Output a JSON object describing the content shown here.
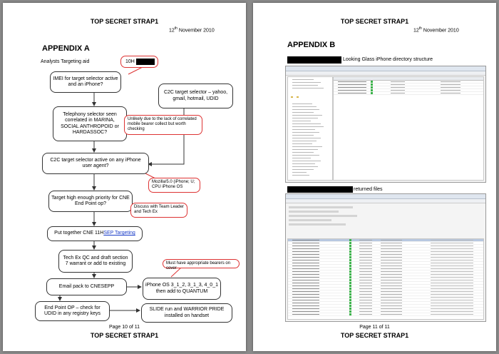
{
  "classification": "TOP SECRET STRAP1",
  "date": {
    "day": "12",
    "suffix": "th",
    "rest": " November 2010"
  },
  "left_page": {
    "appendix_title": "APPENDIX A",
    "intro_label": "Analysts Targeting aid",
    "selector_prefix": "10H",
    "boxes": {
      "imei": "IMEI for target selector active and an iPhone?",
      "c2c_selector": "C2C target selector – yahoo, gmail, hotmail, UDID",
      "telephony": "Telephony selector seen correlated in MARINA, SOCIAL ANTHROPOID or HARDASSOC?",
      "c2c_active": "C2C target selector active on any iPhone user agent?",
      "priority": "Target high enough priority for CNE End Point op?",
      "cne_prefix": "Put together CNE 11H",
      "cne_link": "SEP Targeting",
      "techex": "Tech Ex QC and draft section 7 warrant or add to existing",
      "email": "Email pack to CNESEPP",
      "ios": "iPhone OS 3_1_2, 3_1_3, 4_0_1 then add to QUANTUM",
      "endpoint": "End Point OP – check for UDID in any registry keys",
      "slide": "SLIDE run and WARRIOR PRIDE installed on handset"
    },
    "notes": {
      "unlikely": "Unlikely due to the lack of correlated mobile bearer collect but worth checking",
      "mozilla": "Mozilla/5.0 (iPhone; U; CPU iPhone OS",
      "discuss": "Discuss with Team Leader and Tech Ex",
      "bearers": "Must have appropriate bearers on cover"
    },
    "page_number": "Page 10 of 11"
  },
  "right_page": {
    "appendix_title": "APPENDIX B",
    "caption1": "Looking Glass iPhone directory structure",
    "caption2": "returned files",
    "page_number": "Page 11 of 11"
  }
}
